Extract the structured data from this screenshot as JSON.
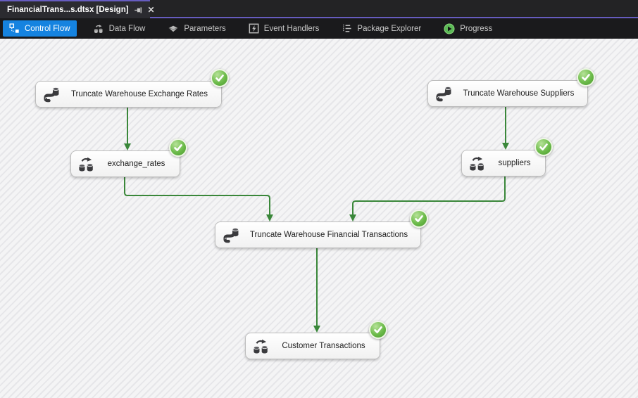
{
  "window": {
    "tab_title": "FinancialTrans...s.dtsx [Design]",
    "close_glyph": "✕"
  },
  "toolbar": {
    "items": [
      {
        "label": "Control Flow",
        "icon": "control-flow-icon",
        "selected": true
      },
      {
        "label": "Data Flow",
        "icon": "data-flow-icon",
        "selected": false
      },
      {
        "label": "Parameters",
        "icon": "parameters-icon",
        "selected": false
      },
      {
        "label": "Event Handlers",
        "icon": "event-handlers-icon",
        "selected": false
      },
      {
        "label": "Package Explorer",
        "icon": "package-explorer-icon",
        "selected": false
      },
      {
        "label": "Progress",
        "icon": "progress-icon",
        "selected": false
      }
    ]
  },
  "canvas": {
    "nodes": [
      {
        "label": "Truncate Warehouse Exchange Rates",
        "type": "execute-sql-task",
        "status": "success"
      },
      {
        "label": "Truncate Warehouse Suppliers",
        "type": "execute-sql-task",
        "status": "success"
      },
      {
        "label": "exchange_rates",
        "type": "data-flow-task",
        "status": "success"
      },
      {
        "label": "suppliers",
        "type": "data-flow-task",
        "status": "success"
      },
      {
        "label": "Truncate Warehouse Financial Transactions",
        "type": "execute-sql-task",
        "status": "success"
      },
      {
        "label": "Customer Transactions",
        "type": "data-flow-task",
        "status": "success"
      }
    ],
    "edges": [
      {
        "from": "Truncate Warehouse Exchange Rates",
        "to": "exchange_rates"
      },
      {
        "from": "Truncate Warehouse Suppliers",
        "to": "suppliers"
      },
      {
        "from": "exchange_rates",
        "to": "Truncate Warehouse Financial Transactions"
      },
      {
        "from": "suppliers",
        "to": "Truncate Warehouse Financial Transactions"
      },
      {
        "from": "Truncate Warehouse Financial Transactions",
        "to": "Customer Transactions"
      }
    ]
  },
  "colors": {
    "accent_blue": "#1583e0",
    "accent_purple": "#665cc0",
    "connector_green": "#3a873a",
    "success_green": "#57a437"
  }
}
